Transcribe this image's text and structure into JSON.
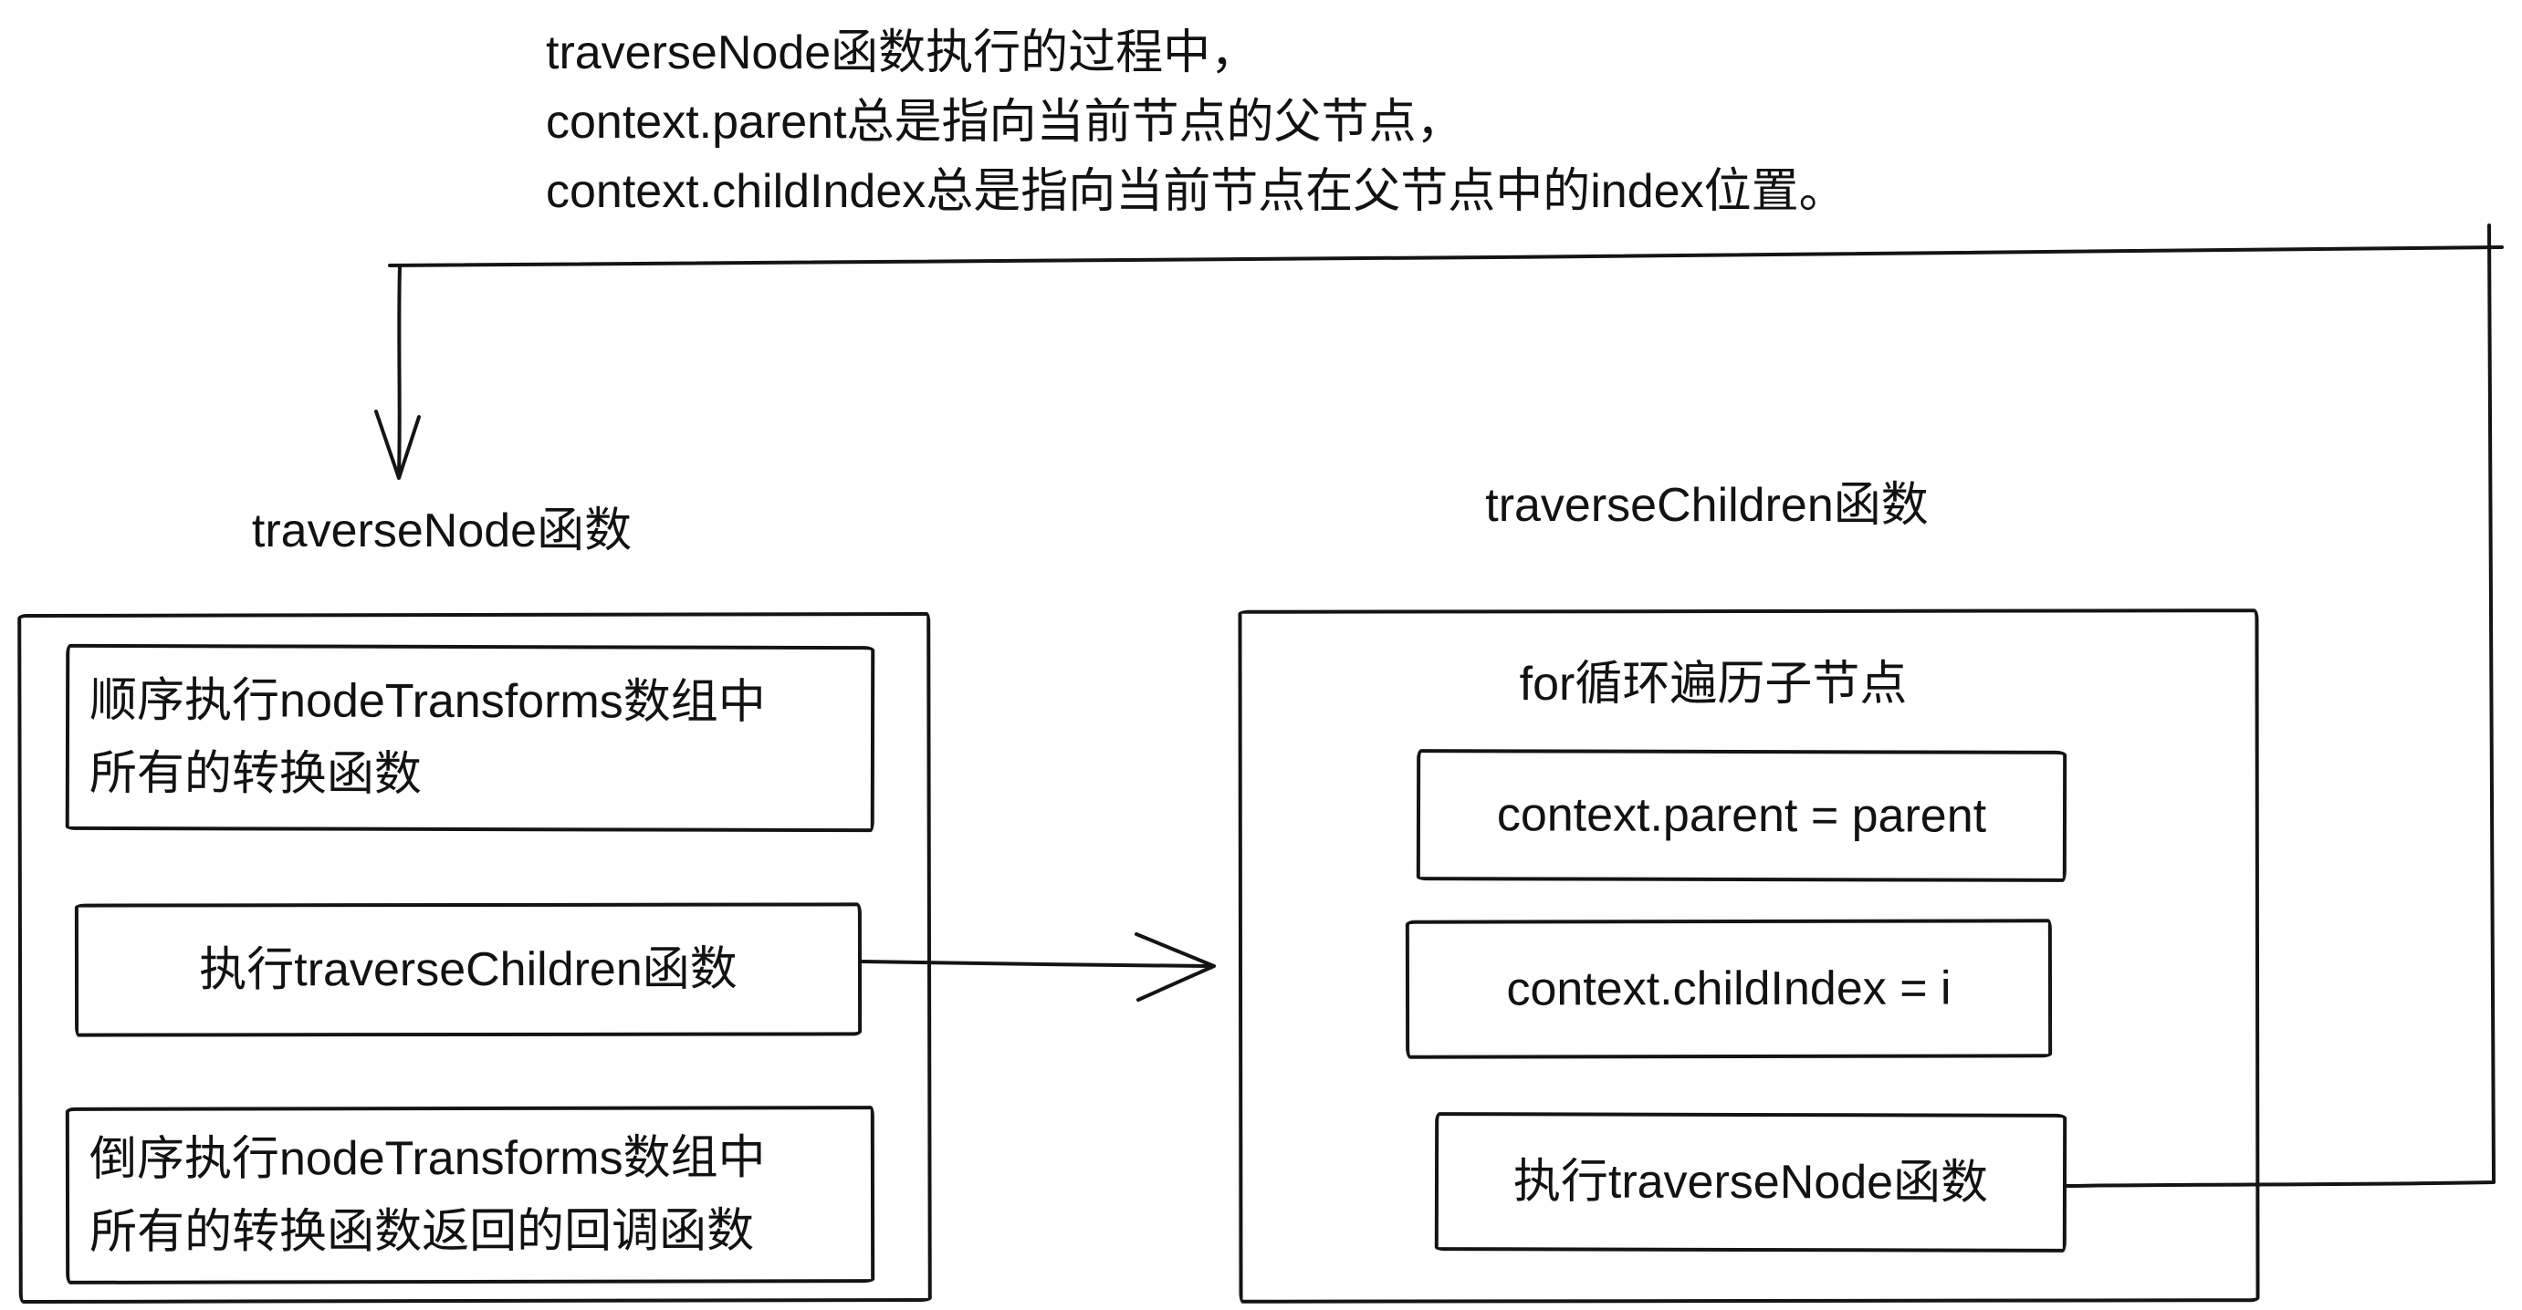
{
  "annotation": {
    "lines": [
      "traverseNode函数执行的过程中，",
      "context.parent总是指向当前节点的父节点，",
      "context.childIndex总是指向当前节点在父节点中的index位置。"
    ]
  },
  "left_group": {
    "title": "traverseNode函数",
    "steps": [
      {
        "lines": [
          "顺序执行nodeTransforms数组中",
          "所有的转换函数"
        ]
      },
      {
        "lines": [
          "执行traverseChildren函数"
        ]
      },
      {
        "lines": [
          "倒序执行nodeTransforms数组中",
          "所有的转换函数返回的回调函数"
        ]
      }
    ]
  },
  "right_group": {
    "title": "traverseChildren函数",
    "heading": "for循环遍历子节点",
    "steps": [
      {
        "lines": [
          "context.parent = parent"
        ]
      },
      {
        "lines": [
          "context.childIndex = i"
        ]
      },
      {
        "lines": [
          "执行traverseNode函数"
        ]
      }
    ]
  },
  "connectors": {
    "loopback": "traverseNode-recursion-loop",
    "call": "traverseChildren-call-arrow"
  },
  "colors": {
    "ink": "#141414",
    "background": "#ffffff"
  }
}
